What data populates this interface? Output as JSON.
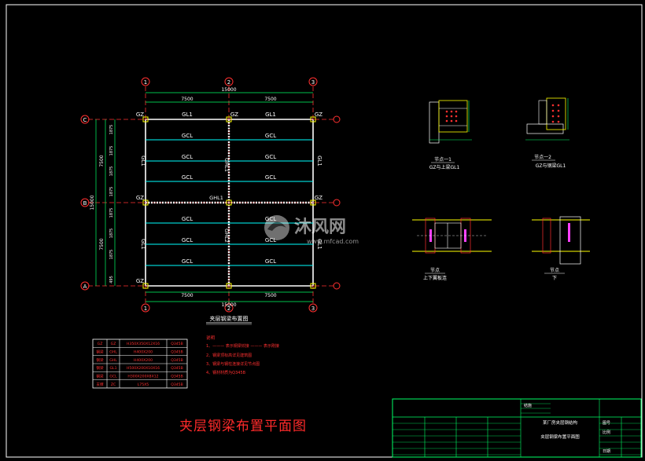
{
  "page_title": "夹层钢梁布置平面图",
  "plan": {
    "axes_top": [
      "1",
      "2",
      "3"
    ],
    "axes_left": [
      "C",
      "B",
      "A"
    ],
    "dims_top": [
      "7500",
      "7500"
    ],
    "dim_total": "15000",
    "dims_left_major": [
      "7500",
      "7500"
    ],
    "dim_left_total": "15000",
    "dims_left_minor": [
      "1875",
      "1875",
      "1875",
      "1875",
      "1875",
      "1875",
      "1875",
      "495"
    ],
    "gz": [
      "GZ",
      "GZ",
      "GZ",
      "GZ",
      "GZ",
      "GZ"
    ],
    "gl1_labels": [
      "GL1",
      "GL1",
      "GL1",
      "GL1",
      "GL1",
      "GL1"
    ],
    "gcl_rows": [
      [
        "GCL",
        "GCL"
      ],
      [
        "GCL",
        "GCL"
      ],
      [
        "GCL",
        "GCL"
      ],
      [
        "GCL",
        "GCL"
      ],
      [
        "GCL",
        "GCL"
      ],
      [
        "GCL",
        "GCL"
      ]
    ],
    "ghl_labels": [
      "GHL1",
      "GHL1",
      "GHL2"
    ],
    "plan_caption": "夹层钢梁布置图",
    "bottom_dims": [
      "7500",
      "7500"
    ],
    "bottom_total": "15000"
  },
  "details": {
    "node1_label": "节点一1",
    "node1_sub": "GZ与上梁GL1",
    "node2_label": "节点一2",
    "node2_sub": "GZ与钢梁GL1",
    "node3_label": "节点",
    "node3_sub": "上下翼板连",
    "node4_label": "节点",
    "node4_sub": "下"
  },
  "member_table": {
    "rows": [
      [
        "GZ",
        "GZ",
        "H350X350X12X16",
        "Q345B"
      ],
      [
        "钢梁",
        "GHL",
        "H400X200",
        "Q345B"
      ],
      [
        "钢梁",
        "GHL",
        "H400X200",
        "Q345B"
      ],
      [
        "钢梁",
        "GL1",
        "H500X200X10X16",
        "Q345B"
      ],
      [
        "钢梁",
        "GCL",
        "H300X200X8X12",
        "Q345B"
      ],
      [
        "支撑",
        "ZC",
        "L75X5",
        "Q345B"
      ]
    ]
  },
  "notes": {
    "title": "说明",
    "lines": [
      "1、——— 表示钢梁铰接 ——— 表示刚接",
      "2、钢梁顶标高详见建筑图",
      "3、钢梁与钢柱连接详见节点图",
      "4、钢材材质为Q345B"
    ]
  },
  "title_block": {
    "project": "某厂房夹层钢结构",
    "drawing_name": "夹层钢梁布置平面图",
    "code_label": "结施",
    "scale_label": "比例",
    "sheet_label": "图号",
    "date_label": "日期"
  },
  "watermark": {
    "brand": "沐风网",
    "url": "www.mfcad.com"
  },
  "colors": {
    "background": "#000000",
    "frame": "#ffffff",
    "axis_bubble": "#ff3030",
    "grid_line": "#ff3030",
    "beam": "#00ffff",
    "dimension": "#00ff66",
    "label": "#ffffff",
    "column": "#ffff00",
    "caption": "#ff2a2a"
  }
}
